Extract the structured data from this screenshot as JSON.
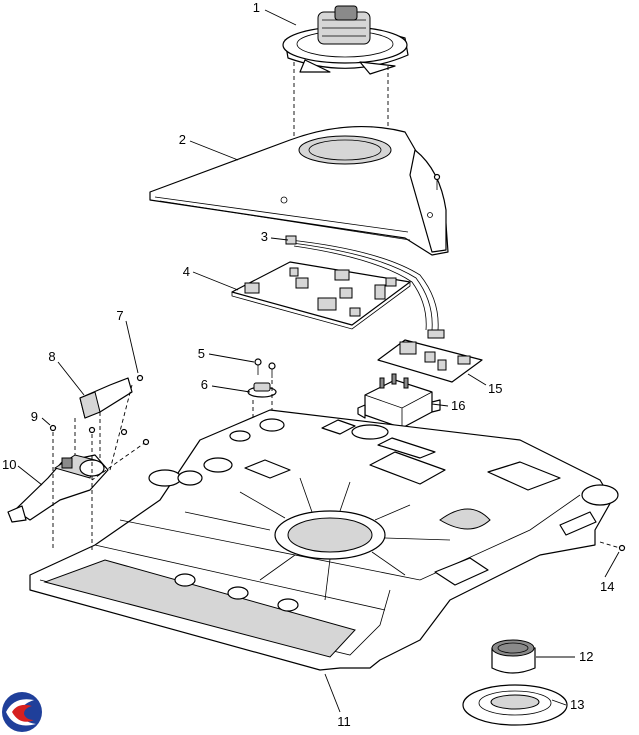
{
  "diagram": {
    "callouts": [
      {
        "id": "1",
        "part": "fan-motor-assembly"
      },
      {
        "id": "2",
        "part": "air-duct-cover"
      },
      {
        "id": "3",
        "part": "wire-harness"
      },
      {
        "id": "4",
        "part": "control-board"
      },
      {
        "id": "5",
        "part": "screw"
      },
      {
        "id": "6",
        "part": "thermostat"
      },
      {
        "id": "7",
        "part": "screw"
      },
      {
        "id": "8",
        "part": "bracket"
      },
      {
        "id": "9",
        "part": "screw"
      },
      {
        "id": "10",
        "part": "hinge-latch-assembly"
      },
      {
        "id": "11",
        "part": "base-plate"
      },
      {
        "id": "12",
        "part": "foot"
      },
      {
        "id": "13",
        "part": "foot-pad"
      },
      {
        "id": "14",
        "part": "screw"
      },
      {
        "id": "15",
        "part": "relay-board"
      },
      {
        "id": "16",
        "part": "relay"
      }
    ]
  },
  "logo": {
    "name": "brand-logo",
    "colors": [
      "#1f3f9a",
      "#d62020"
    ]
  }
}
